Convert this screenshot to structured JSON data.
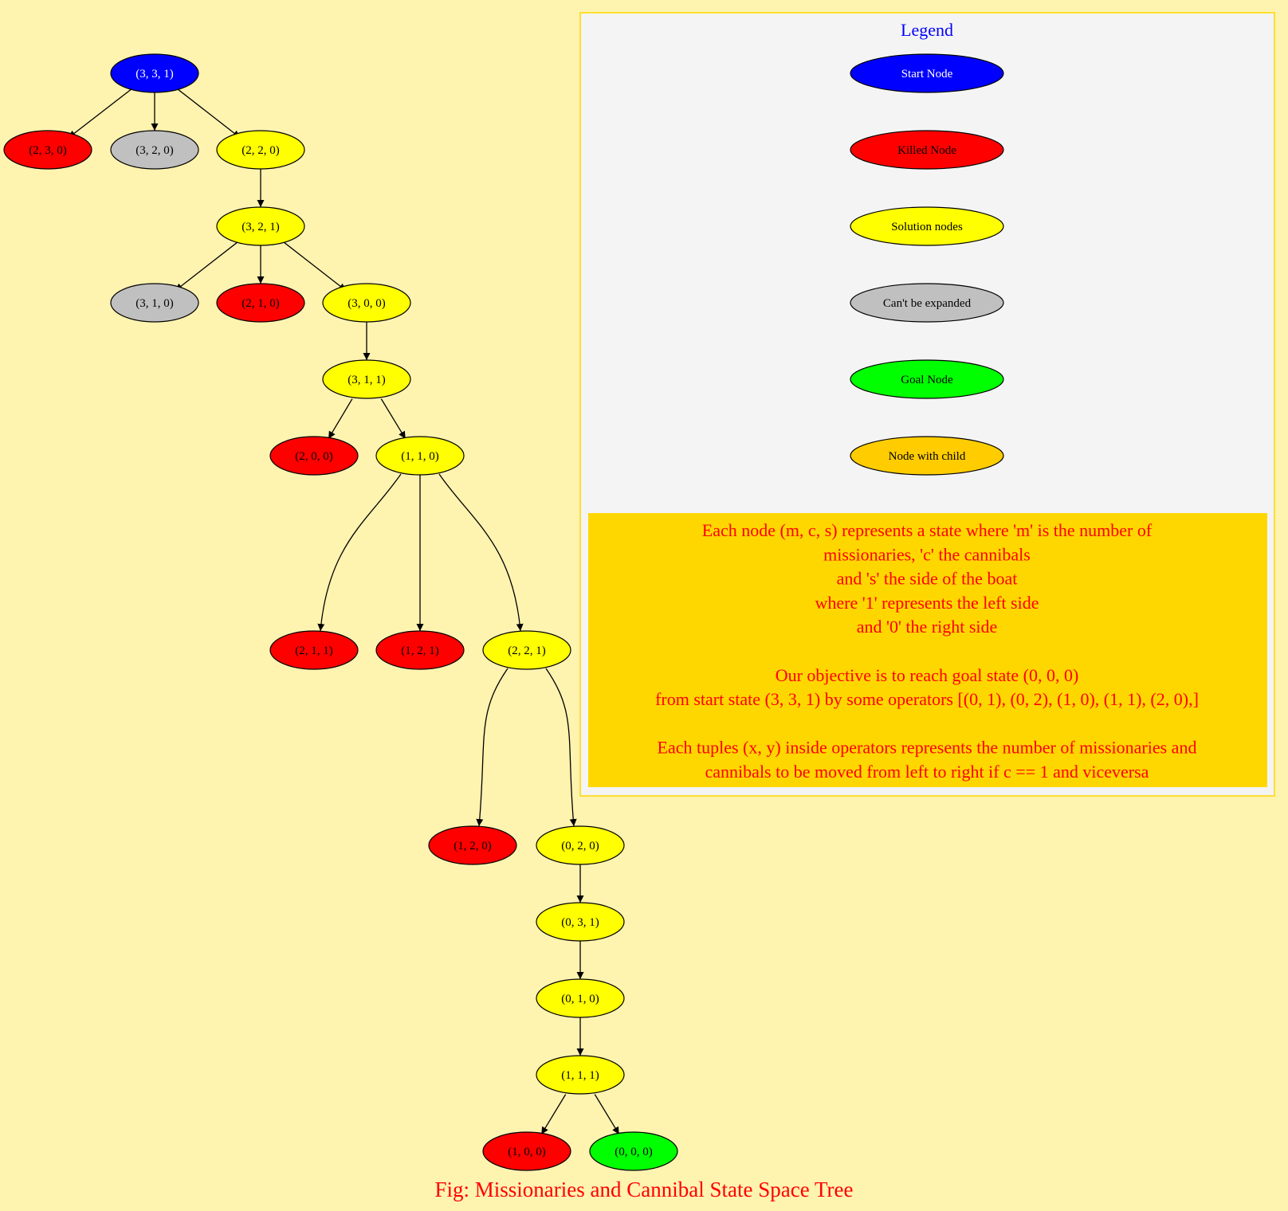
{
  "colors": {
    "background": "#FFF3B0",
    "start": "#0000FF",
    "killed": "#FF0000",
    "solution": "#FFFF00",
    "cant_expand": "#C0C0C0",
    "goal": "#00FF00",
    "node_with_child": "#FFCC00",
    "legend_bg": "#F4F4F4",
    "legend_border": "#FFD700",
    "note_bg": "#FFD700",
    "note_text": "#FF0000",
    "legend_title_text": "#0000FF",
    "caption_text": "#FF0000",
    "edge": "#000000"
  },
  "tree": {
    "nodes": [
      {
        "id": "n331",
        "label": "(3, 3, 1)",
        "status": "start"
      },
      {
        "id": "n230",
        "label": "(2, 3, 0)",
        "status": "killed"
      },
      {
        "id": "n320",
        "label": "(3, 2, 0)",
        "status": "cant_expand"
      },
      {
        "id": "n220",
        "label": "(2, 2, 0)",
        "status": "solution"
      },
      {
        "id": "n321",
        "label": "(3, 2, 1)",
        "status": "solution"
      },
      {
        "id": "n310",
        "label": "(3, 1, 0)",
        "status": "cant_expand"
      },
      {
        "id": "n210",
        "label": "(2, 1, 0)",
        "status": "killed"
      },
      {
        "id": "n300",
        "label": "(3, 0, 0)",
        "status": "solution"
      },
      {
        "id": "n311",
        "label": "(3, 1, 1)",
        "status": "solution"
      },
      {
        "id": "n200",
        "label": "(2, 0, 0)",
        "status": "killed"
      },
      {
        "id": "n110",
        "label": "(1, 1, 0)",
        "status": "solution"
      },
      {
        "id": "n211",
        "label": "(2, 1, 1)",
        "status": "killed"
      },
      {
        "id": "n121",
        "label": "(1, 2, 1)",
        "status": "killed"
      },
      {
        "id": "n221",
        "label": "(2, 2, 1)",
        "status": "solution"
      },
      {
        "id": "n120",
        "label": "(1, 2, 0)",
        "status": "killed"
      },
      {
        "id": "n020",
        "label": "(0, 2, 0)",
        "status": "solution"
      },
      {
        "id": "n031",
        "label": "(0, 3, 1)",
        "status": "solution"
      },
      {
        "id": "n010",
        "label": "(0, 1, 0)",
        "status": "solution"
      },
      {
        "id": "n111",
        "label": "(1, 1, 1)",
        "status": "solution"
      },
      {
        "id": "n100",
        "label": "(1, 0, 0)",
        "status": "killed"
      },
      {
        "id": "n000",
        "label": "(0, 0, 0)",
        "status": "goal"
      }
    ],
    "edges": [
      [
        "n331",
        "n230"
      ],
      [
        "n331",
        "n320"
      ],
      [
        "n331",
        "n220"
      ],
      [
        "n220",
        "n321"
      ],
      [
        "n321",
        "n310"
      ],
      [
        "n321",
        "n210"
      ],
      [
        "n321",
        "n300"
      ],
      [
        "n300",
        "n311"
      ],
      [
        "n311",
        "n200"
      ],
      [
        "n311",
        "n110"
      ],
      [
        "n110",
        "n211"
      ],
      [
        "n110",
        "n121"
      ],
      [
        "n110",
        "n221"
      ],
      [
        "n221",
        "n120"
      ],
      [
        "n221",
        "n020"
      ],
      [
        "n020",
        "n031"
      ],
      [
        "n031",
        "n010"
      ],
      [
        "n010",
        "n111"
      ],
      [
        "n111",
        "n100"
      ],
      [
        "n111",
        "n000"
      ]
    ]
  },
  "legend": {
    "title": "Legend",
    "items": [
      {
        "label": "Start Node",
        "status": "start"
      },
      {
        "label": "Killed Node",
        "status": "killed"
      },
      {
        "label": "Solution nodes",
        "status": "solution"
      },
      {
        "label": "Can't be expanded",
        "status": "cant_expand"
      },
      {
        "label": "Goal Node",
        "status": "goal"
      },
      {
        "label": "Node with child",
        "status": "node_with_child"
      }
    ],
    "note_lines": [
      "Each node (m, c, s) represents a state where 'm' is the number of",
      "missionaries, 'c' the cannibals",
      "and 's' the side of the boat",
      "where '1' represents the left side",
      "and '0' the right side",
      "",
      "Our objective is to reach goal state (0, 0, 0)",
      "from start state (3, 3, 1) by some operators [(0, 1), (0, 2), (1, 0), (1, 1), (2, 0),]",
      "",
      "Each tuples (x, y) inside operators represents the number of missionaries and",
      "cannibals to be moved from left to right if c == 1 and viceversa"
    ]
  },
  "caption": "Fig: Missionaries and Cannibal State Space Tree"
}
